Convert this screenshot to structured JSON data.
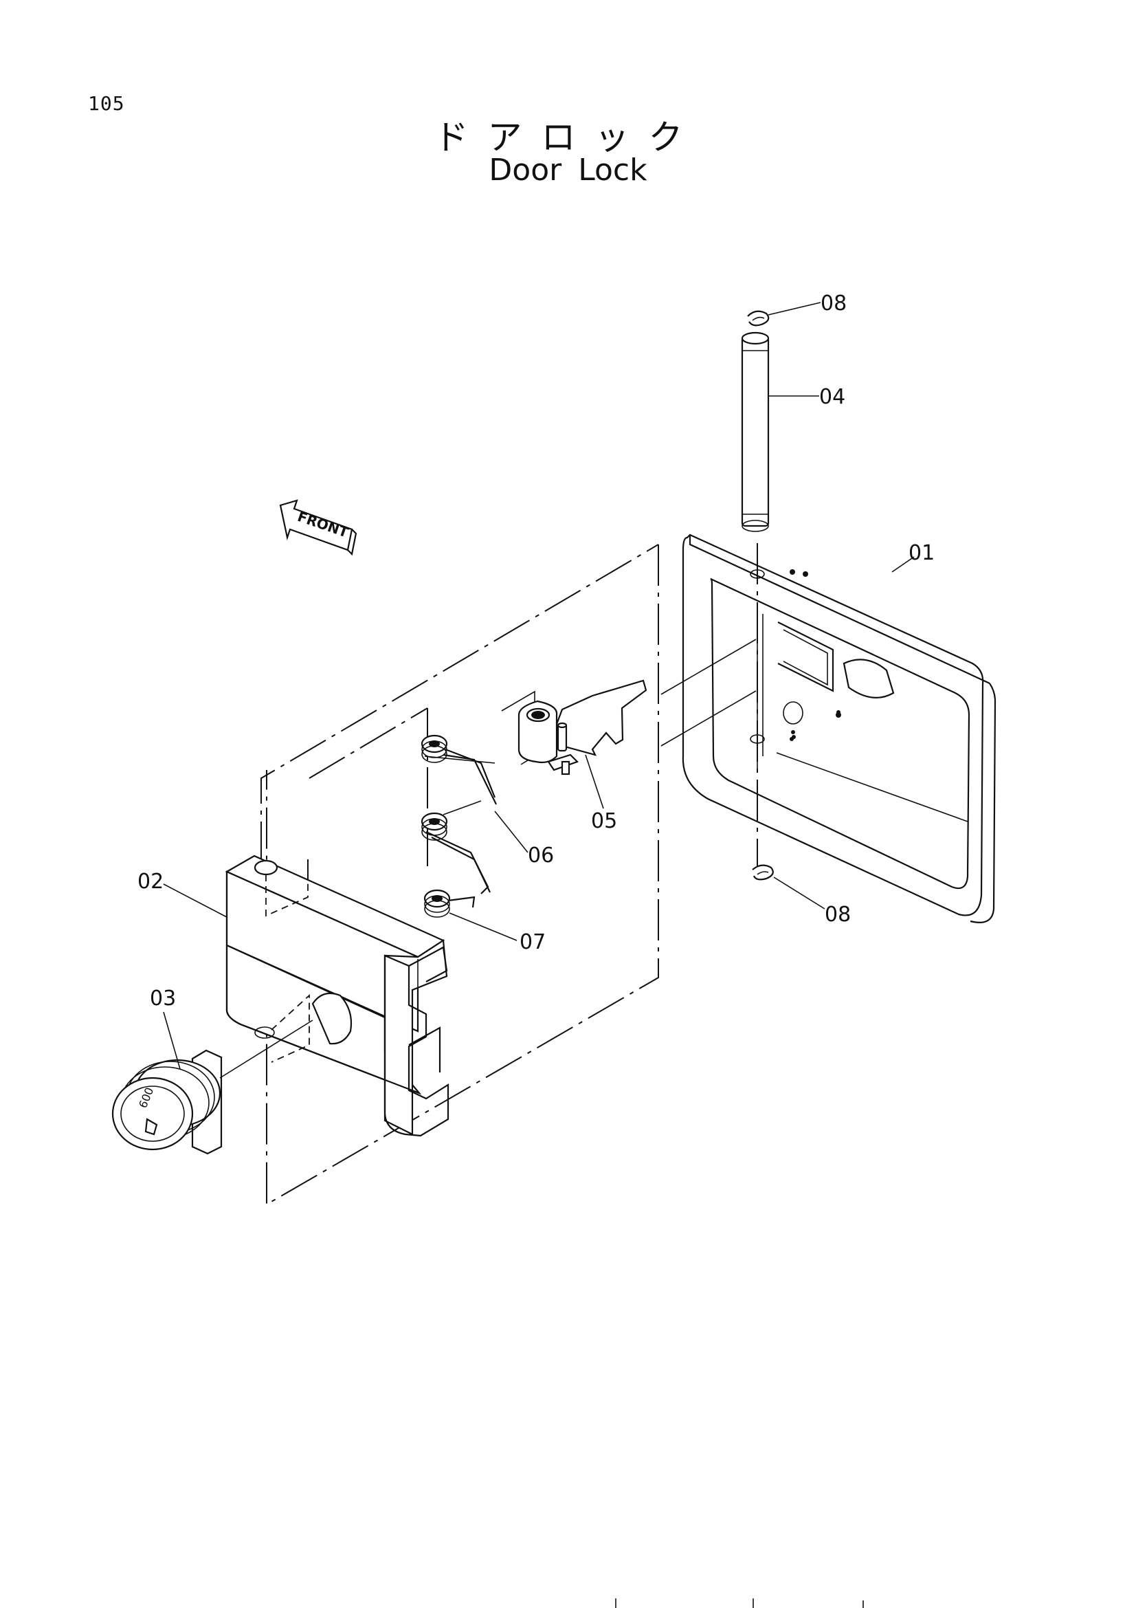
{
  "page_number": "105",
  "title_japanese": "ドアロック",
  "title_english": "Door Lock",
  "front_indicator": "FRONT",
  "key_marking": "600",
  "callouts": [
    {
      "id": "01",
      "part": "frame"
    },
    {
      "id": "02",
      "part": "lock-body"
    },
    {
      "id": "03",
      "part": "key-cylinder"
    },
    {
      "id": "04",
      "part": "pin"
    },
    {
      "id": "05",
      "part": "latch"
    },
    {
      "id": "06",
      "part": "spring"
    },
    {
      "id": "07",
      "part": "spring"
    },
    {
      "id": "08",
      "part": "snap-ring"
    },
    {
      "id": "08",
      "part": "snap-ring"
    }
  ]
}
